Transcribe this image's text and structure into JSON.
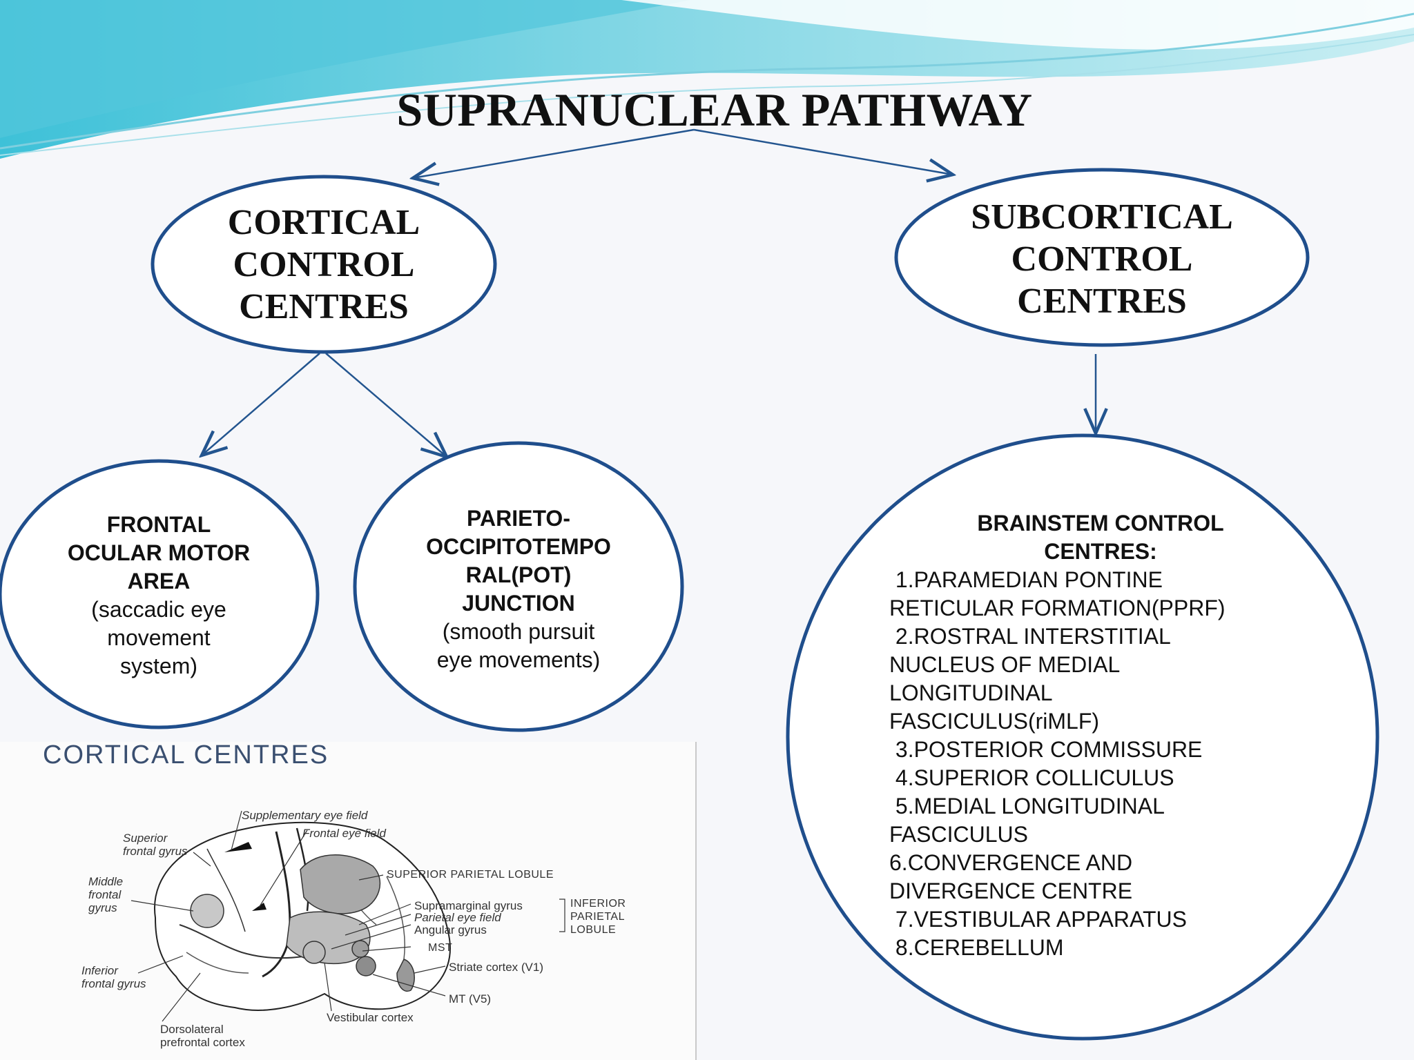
{
  "title": "SUPRANUCLEAR PATHWAY",
  "colors": {
    "ellipse_stroke": "#1f4e8c",
    "arrow": "#23558f",
    "wave_teal": "#4fc3d9",
    "text": "#111111"
  },
  "nodes": {
    "cortical": [
      "CORTICAL",
      "CONTROL",
      "CENTRES"
    ],
    "subcortical": [
      "SUBCORTICAL",
      "CONTROL",
      "CENTRES"
    ],
    "frontal": {
      "bold": [
        "FRONTAL",
        "OCULAR MOTOR",
        "AREA"
      ],
      "desc": [
        "(saccadic eye",
        "movement",
        "system)"
      ]
    },
    "pot": {
      "bold": [
        "PARIETO-",
        "OCCIPITOTEMPO",
        "RAL(POT)",
        "JUNCTION"
      ],
      "desc": [
        "(smooth pursuit",
        "eye movements)"
      ]
    },
    "brainstem": {
      "heading": [
        "BRAINSTEM CONTROL",
        "CENTRES:"
      ],
      "items": [
        " 1.PARAMEDIAN PONTINE",
        "RETICULAR FORMATION(PPRF)",
        " 2.ROSTRAL INTERSTITIAL",
        "NUCLEUS OF MEDIAL",
        "LONGITUDINAL",
        "FASCICULUS(riMLF)",
        " 3.POSTERIOR COMMISSURE",
        " 4.SUPERIOR COLLICULUS",
        " 5.MEDIAL LONGITUDINAL",
        "FASCICULUS",
        "6.CONVERGENCE AND",
        "DIVERGENCE CENTRE",
        " 7.VESTIBULAR APPARATUS",
        " 8.CEREBELLUM"
      ]
    }
  },
  "cortical_figure": {
    "heading": "CORTICAL CENTRES",
    "labels": {
      "supplementary_eye_field": "Supplementary eye field",
      "frontal_eye_field": "Frontal eye field",
      "superior_frontal_gyrus": [
        "Superior",
        "frontal gyrus"
      ],
      "middle_frontal_gyrus": [
        "Middle",
        "frontal",
        "gyrus"
      ],
      "inferior_frontal_gyrus": [
        "Inferior",
        "frontal gyrus"
      ],
      "superior_parietal_lobule": "SUPERIOR PARIETAL LOBULE",
      "supramarginal_gyrus": "Supramarginal gyrus",
      "parietal_eye_field": "Parietal eye field",
      "angular_gyrus": "Angular gyrus",
      "inferior_parietal_lobule": [
        "INFERIOR",
        "PARIETAL",
        "LOBULE"
      ],
      "mst": "MST",
      "striate_cortex": "Striate cortex (V1)",
      "mt": "MT (V5)",
      "vestibular_cortex": "Vestibular cortex",
      "dorsolateral_prefrontal_cortex": [
        "Dorsolateral",
        "prefrontal cortex"
      ]
    }
  }
}
